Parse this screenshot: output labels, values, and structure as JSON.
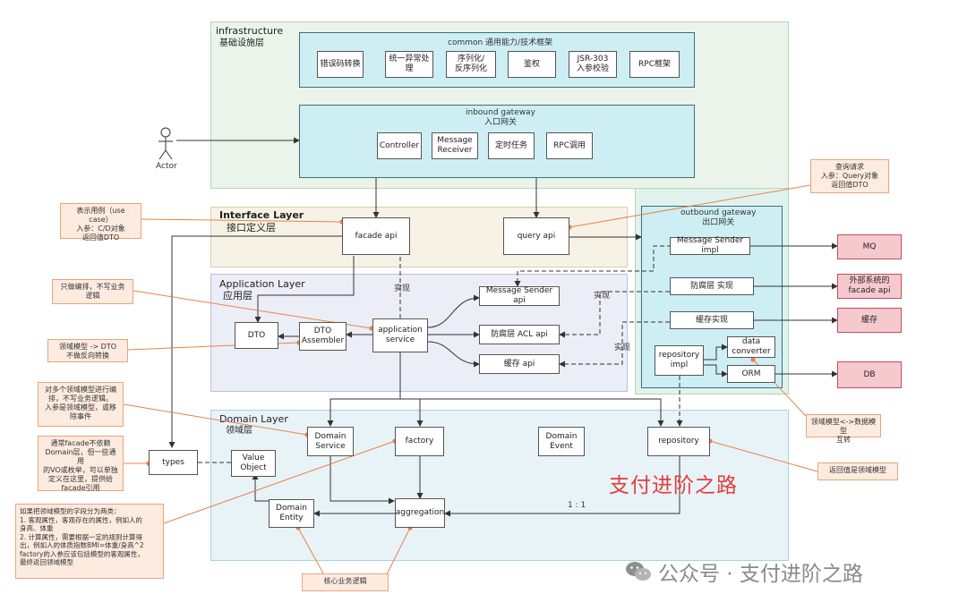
{
  "colors": {
    "infra_bg": "#ebf4ea",
    "interface_bg": "#f7f2e6",
    "application_bg": "#ebedf7",
    "domain_bg": "#e8f3f8",
    "gateway_bg": "#cdeff4",
    "outbound_bg": "#e0f2ed",
    "note_bg": "#fdebdf",
    "ext_bg": "#f6c9cf",
    "watermark": "#e23d3d"
  },
  "layers": {
    "infrastructure": {
      "title": "infrastructure",
      "subtitle": "基础设施层"
    },
    "interface": {
      "title": "Interface Layer",
      "subtitle": "接口定义层"
    },
    "application": {
      "title": "Application Layer",
      "subtitle": "应用层"
    },
    "domain": {
      "title": "Domain Layer",
      "subtitle": "领域层"
    }
  },
  "common": {
    "title": "common 通用能力/技术框架",
    "items": [
      "错误码转换",
      "统一异常处\n理",
      "序列化/\n反序列化",
      "鉴权",
      "JSR-303\n入参校验",
      "RPC框架"
    ]
  },
  "inbound": {
    "title": "inbound gateway\n入口网关",
    "items": [
      "Controller",
      "Message\nReceiver",
      "定时任务",
      "RPC调用"
    ]
  },
  "outbound": {
    "title": "outbound gateway\n出口网关",
    "message_sender_impl": "Message Sender impl",
    "acl_impl": "防腐层 实现",
    "cache_impl": "缓存实现",
    "repository_impl": "repository\nimpl",
    "data_converter": "data\nconverter",
    "orm": "ORM"
  },
  "actor": "Actor",
  "interface_boxes": {
    "facade_api": "facade api",
    "query_api": "query api"
  },
  "application_boxes": {
    "dto": "DTO",
    "dto_assembler": "DTO\nAssembler",
    "application_service": "application\nservice",
    "message_sender_api": "Message Sender api",
    "acl_api": "防腐层 ACL api",
    "cache_api": "缓存 api"
  },
  "domain_boxes": {
    "types": "types",
    "value_object": "Value\nObject",
    "domain_service": "Domain\nService",
    "factory": "factory",
    "domain_event": "Domain\nEvent",
    "repository": "repository",
    "domain_entity": "Domain\nEntity",
    "aggregation": "aggregation"
  },
  "external": {
    "mq": "MQ",
    "external_facade": "外部系统的\nfacade api",
    "cache": "缓存",
    "db": "DB"
  },
  "edge_labels": {
    "impl1": "实现",
    "impl2": "实现",
    "impl3": "实现",
    "ratio": "1 : 1"
  },
  "notes": {
    "use_case": "表示用例（use case）\n入参：C/D对象\n返回值DTO",
    "query": "查询请求\n入参：Query对象\n返回值DTO",
    "orchestration": "只做编排，不写业务\n逻辑",
    "domain_to_dto": "领域模型 -> DTO\n不做反向转换",
    "domain_service": "对多个领域模型进行编\n排，不写业务逻辑。\n入参是领域模型，或移\n除事件",
    "types": "通常facade不依赖\nDomain层，但一些通用\n的VO或枚举，可以单独\n定义在这里，提供给\nfacade引用",
    "entity": "如果把领域模型的字段分为两类：\n1. 客观属性，客观存在的属性，例如人的\n身高、体重\n2. 计算属性，需要根据一定的规则计算得\n出，例如人的体质指数BMI=体重/身高^2\nfactory的入参应该包括模型的客观属性，\n最终返回领域模型",
    "converter": "领域模型<->数据模型\n互转",
    "repository": "返回值是领域模型",
    "core": "核心业务逻辑"
  },
  "watermark": "支付进阶之路",
  "footer": "公众号 · 支付进阶之路"
}
